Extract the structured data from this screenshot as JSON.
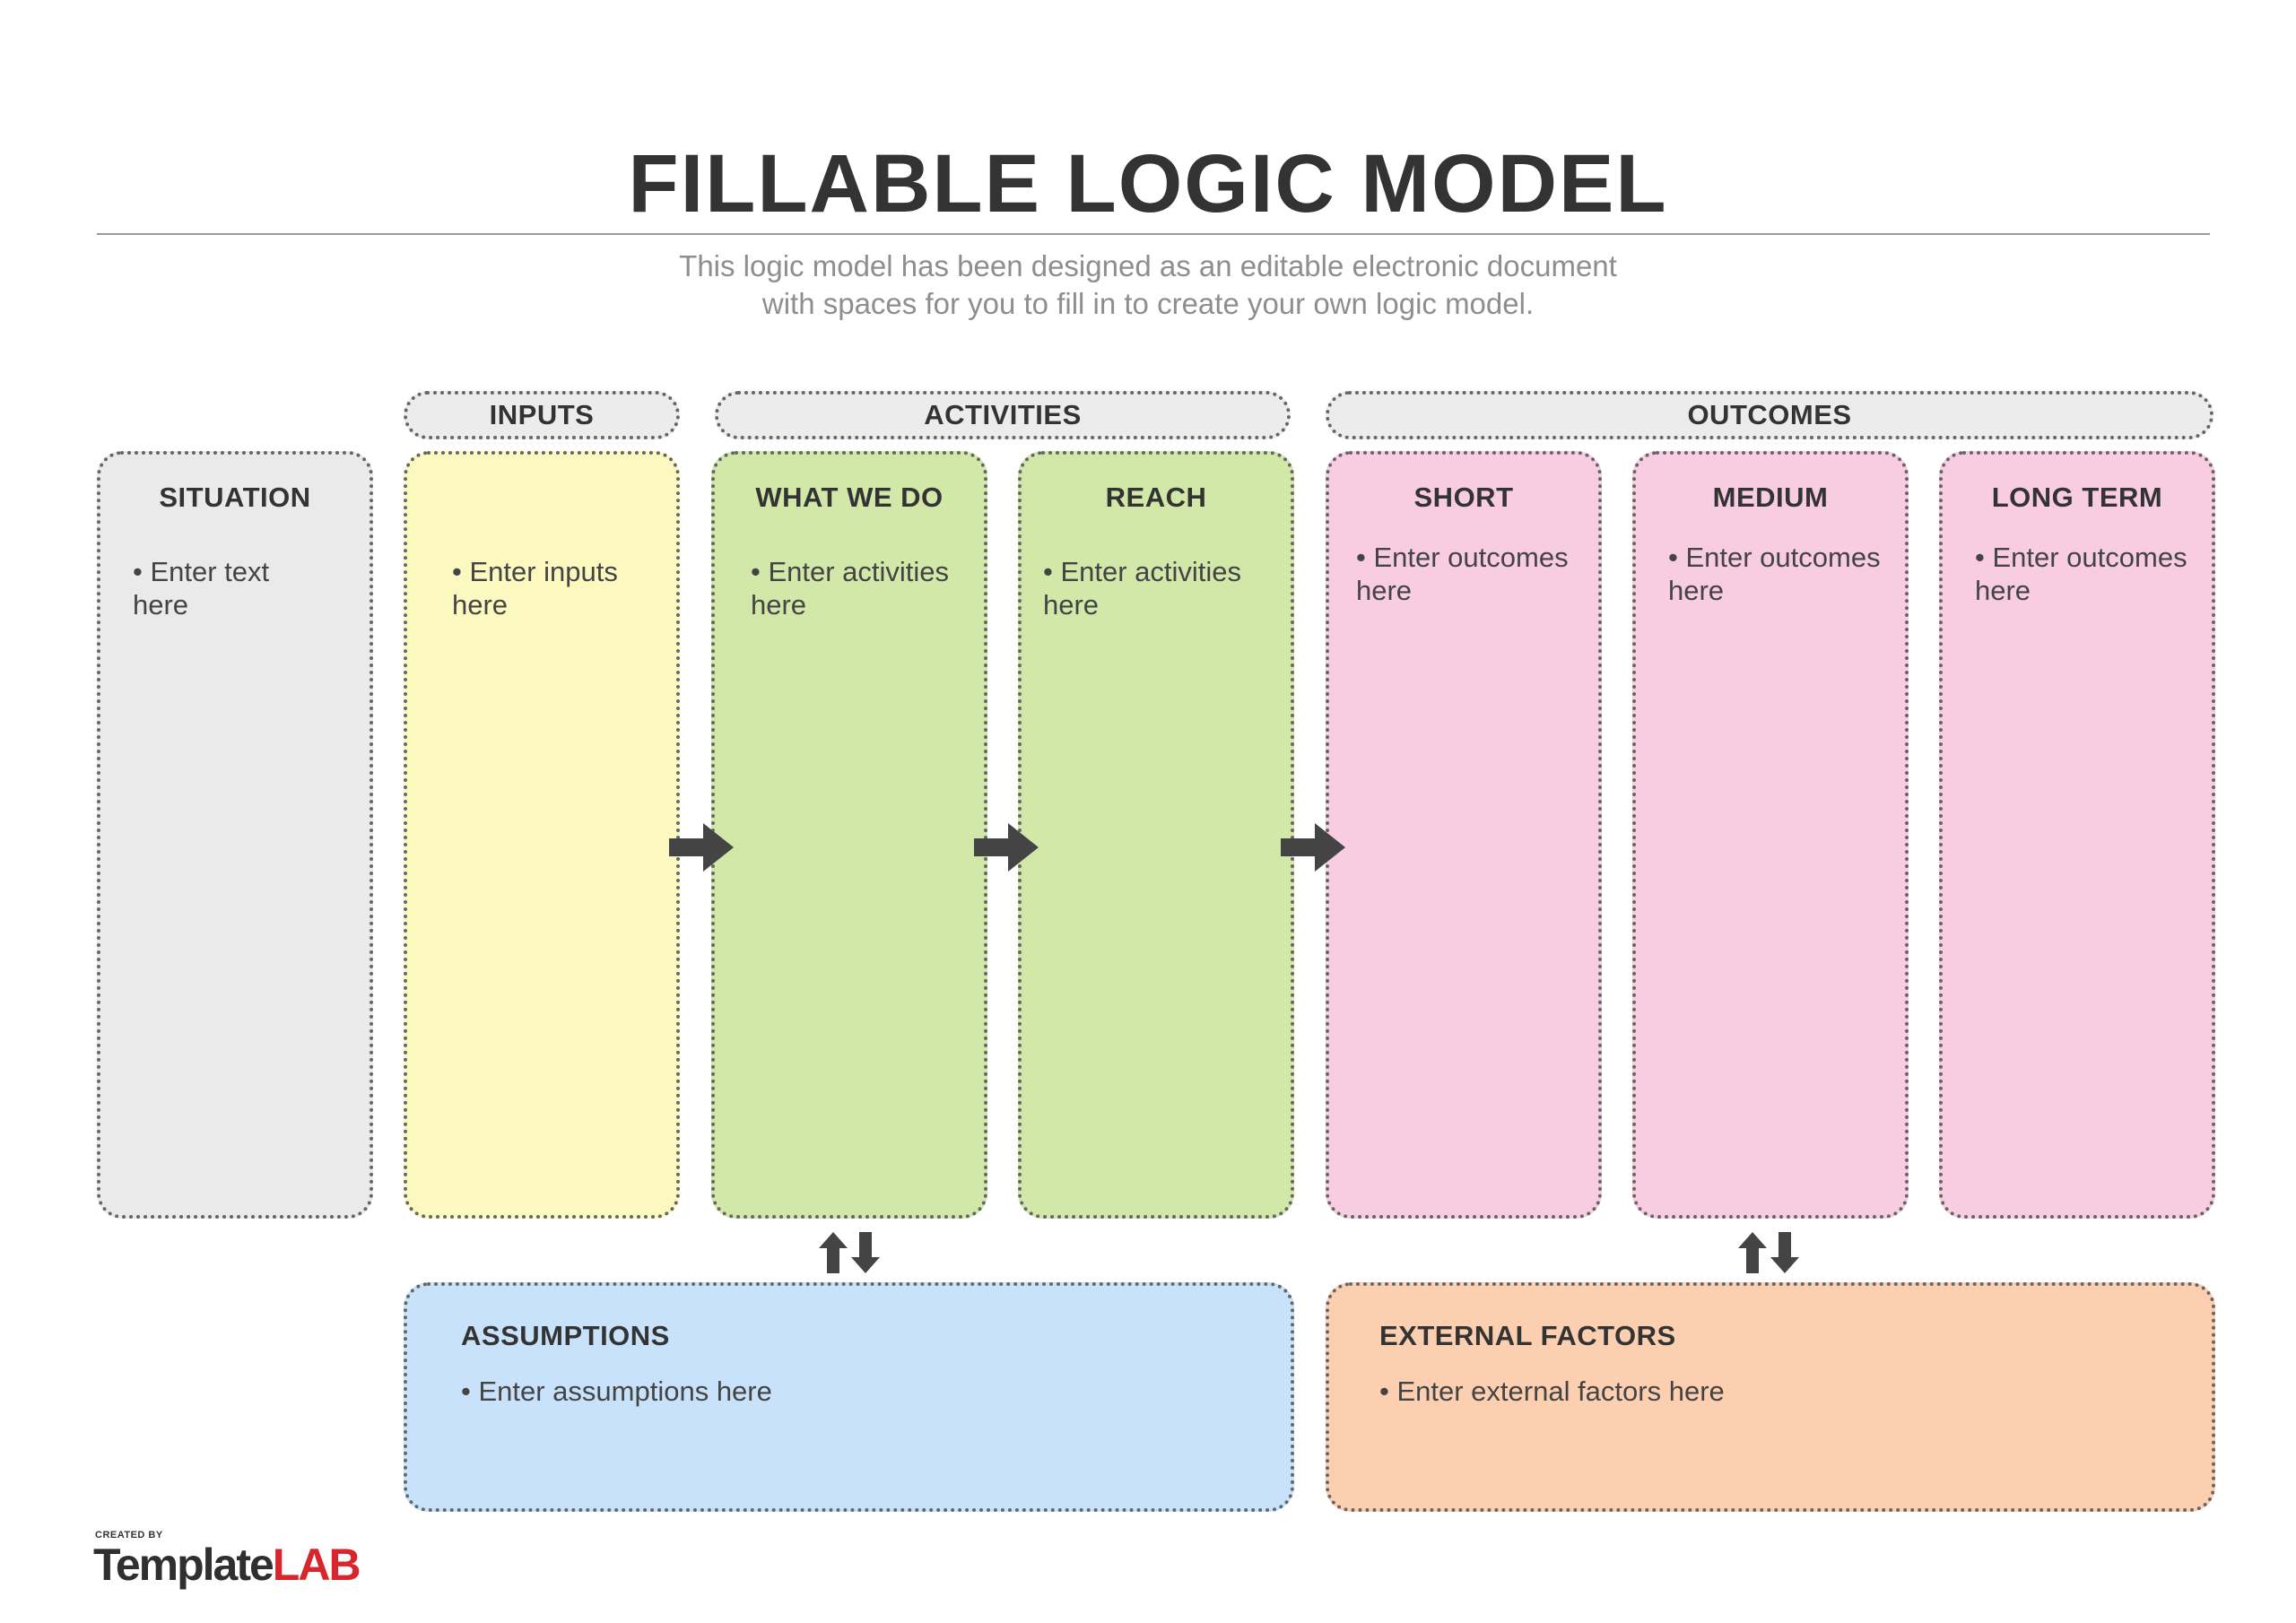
{
  "title": "FILLABLE LOGIC MODEL",
  "subtitle": {
    "line1": "This logic model has been designed as an editable electronic document",
    "line2": "with spaces for you to fill in to create your own logic model."
  },
  "groups": {
    "inputs": "INPUTS",
    "activities": "ACTIVITIES",
    "outcomes": "OUTCOMES"
  },
  "columns": {
    "situation": {
      "heading": "SITUATION",
      "text": "• Enter text here"
    },
    "inputs": {
      "heading": "",
      "text": "• Enter inputs here"
    },
    "what_we_do": {
      "heading": "WHAT WE DO",
      "text": "• Enter activities here"
    },
    "reach": {
      "heading": "REACH",
      "text": "• Enter activities here"
    },
    "short": {
      "heading": "SHORT",
      "text": "• Enter outcomes here"
    },
    "medium": {
      "heading": "MEDIUM",
      "text": "• Enter outcomes here"
    },
    "long_term": {
      "heading": "LONG TERM",
      "text": "• Enter outcomes here"
    }
  },
  "bottom": {
    "assumptions": {
      "heading": "ASSUMPTIONS",
      "text": "• Enter assumptions here"
    },
    "external_factors": {
      "heading": "EXTERNAL FACTORS",
      "text": "• Enter external factors here"
    }
  },
  "logo": {
    "created_by": "CREATED BY",
    "name_part1": "Template",
    "name_part2": "LAB"
  },
  "colors": {
    "situation": "#eaeaea",
    "inputs": "#fcf9c0",
    "activities": "#d1e8a9",
    "outcomes": "#f9cde1",
    "assumptions": "#c9e2fb",
    "external_factors": "#fccfb1",
    "arrows": "#444444",
    "logo_accent": "#d9262c"
  },
  "icons": [
    "arrow-right-icon",
    "arrow-up-down-icon"
  ]
}
